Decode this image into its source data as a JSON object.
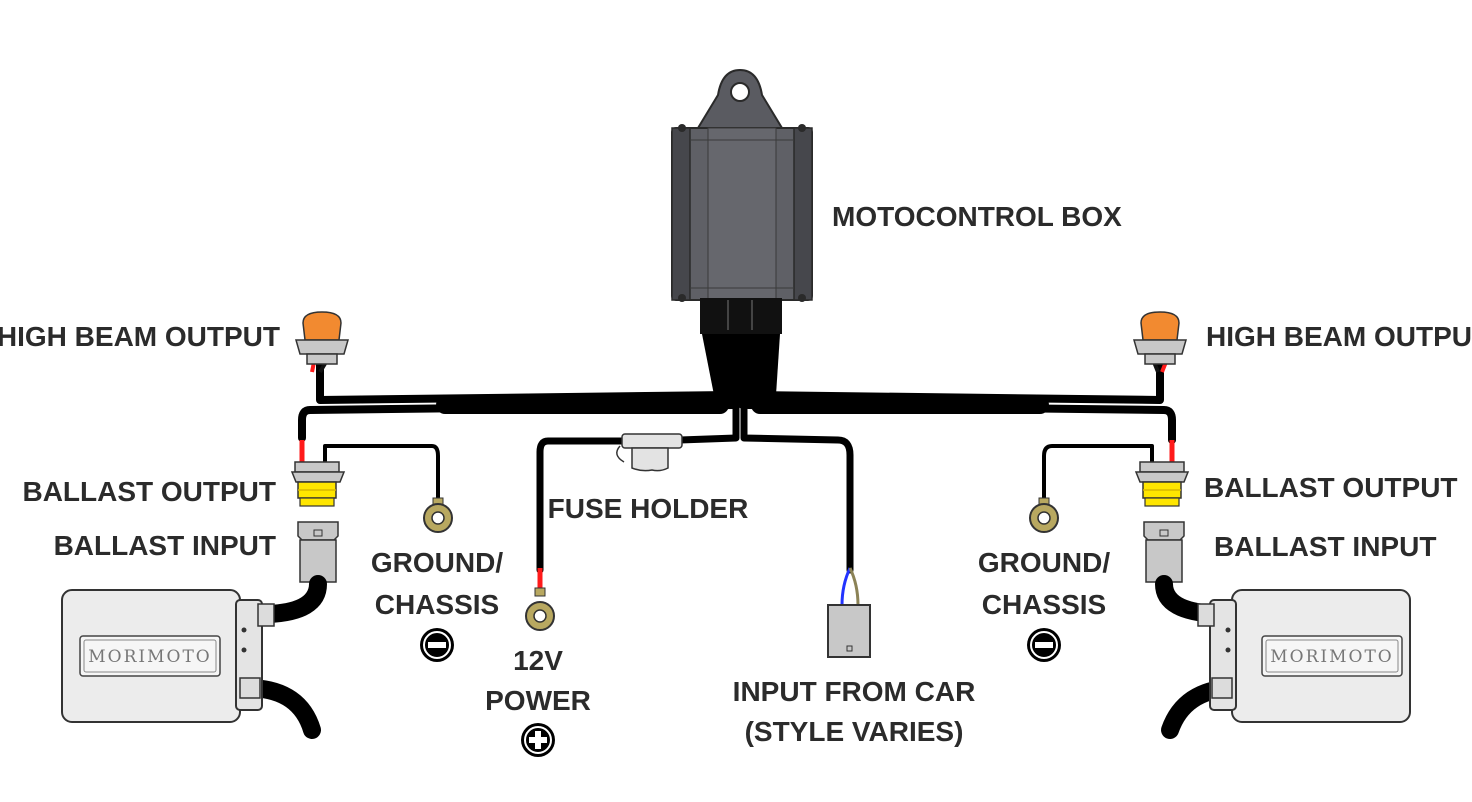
{
  "labels": {
    "control_box": "MOTOCONTROL BOX",
    "high_beam_left": "HIGH BEAM OUTPUT",
    "high_beam_right": "HIGH BEAM OUTPUT",
    "ballast_output_left": "BALLAST OUTPUT",
    "ballast_output_right": "BALLAST OUTPUT",
    "ballast_input_left": "BALLAST INPUT",
    "ballast_input_right": "BALLAST INPUT",
    "ground_left_1": "GROUND/",
    "ground_left_2": "CHASSIS",
    "ground_right_1": "GROUND/",
    "ground_right_2": "CHASSIS",
    "fuse_holder": "FUSE HOLDER",
    "power_1": "12V",
    "power_2": "POWER",
    "input_1": "INPUT FROM CAR",
    "input_2": "(STYLE VARIES)",
    "ballast_brand_left": "MORIMOTO",
    "ballast_brand_right": "MORIMOTO"
  },
  "colors": {
    "wire": "#000000",
    "box_body": "#5f6066",
    "box_dark": "#46474c",
    "connector_gray": "#c8c8c8",
    "orange": "#f28a30",
    "yellow": "#ffe600",
    "red_wire": "#ff1a1a",
    "blue_wire": "#2233ff",
    "olive_wire": "#8b8256",
    "ring_terminal": "#b8a860",
    "ballast_body": "#ececec",
    "label_text": "#2b2b2b"
  }
}
